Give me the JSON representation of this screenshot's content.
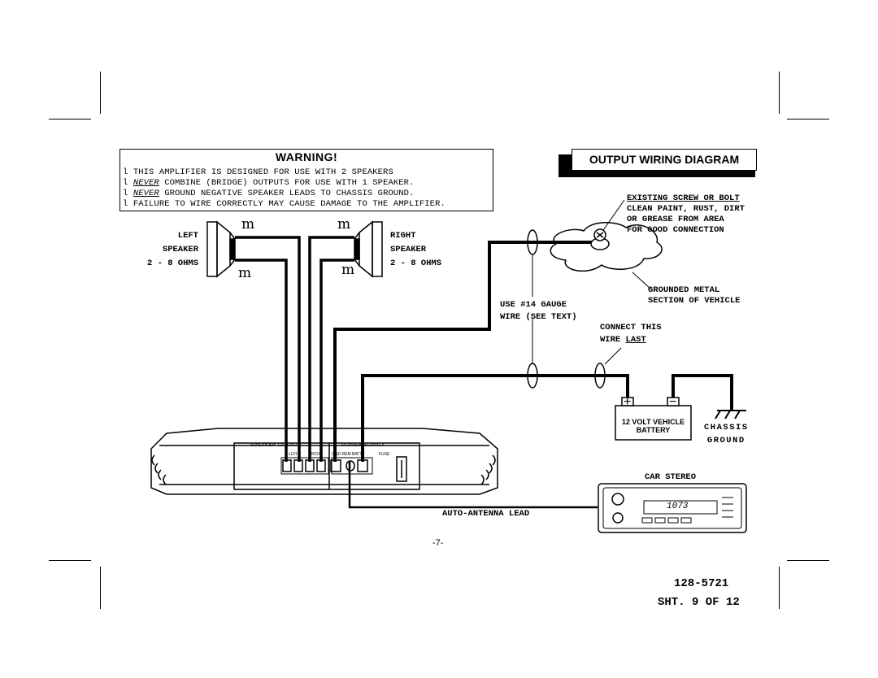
{
  "warning": {
    "title": "WARNING!",
    "lines": [
      {
        "bullet": "l",
        "pre": "THIS AMPLIFIER IS DESIGNED FOR USE WITH 2 SPEAKERS",
        "never": "",
        "post": ""
      },
      {
        "bullet": "l",
        "pre": "",
        "never": "NEVER",
        "post": " COMBINE (BRIDGE) OUTPUTS FOR USE WITH 1 SPEAKER."
      },
      {
        "bullet": "l",
        "pre": "",
        "never": "NEVER",
        "post": " GROUND NEGATIVE SPEAKER LEADS TO CHASSIS GROUND."
      },
      {
        "bullet": "l",
        "pre": "FAILURE TO WIRE CORRECTLY MAY CAUSE DAMAGE TO THE AMPLIFIER.",
        "never": "",
        "post": ""
      }
    ]
  },
  "diagram_title": "OUTPUT WIRING DIAGRAM",
  "labels": {
    "left_speaker": [
      "LEFT",
      "SPEAKER",
      "2 - 8 OHMS"
    ],
    "right_speaker": [
      "RIGHT",
      "SPEAKER",
      "2 - 8 OHMS"
    ],
    "screw_note_underlined": "EXISTING SCREW OR BOLT",
    "screw_note": [
      "CLEAN PAINT, RUST, DIRT",
      "OR GREASE FROM  AREA",
      "FOR GOOD CONNECTION"
    ],
    "grounded_metal": [
      "GROUNDED METAL",
      "SECTION OF VEHICLE"
    ],
    "gauge": [
      "USE #14 GAUGE",
      "WIRE (SEE TEXT)"
    ],
    "connect_last_1": "CONNECT THIS",
    "connect_last_2a": "WIRE ",
    "connect_last_2b": "LAST",
    "battery": [
      "12 VOLT VEHICLE",
      "BATTERY"
    ],
    "chassis_ground": [
      "CHASSIS",
      "GROUND"
    ],
    "car_stereo": "CAR  STEREO",
    "antenna": "AUTO-ANTENNA LEAD",
    "page_number": "-7-",
    "doc_number": "128-5721",
    "sheet": "SHT. 9 OF 12",
    "amp_speaker_output": "SPEAKER OUTPUT",
    "amp_power_supply": "POWER SUPPLY",
    "amp_fuse": "FUSE",
    "amp_lch": "LCH",
    "amp_rch": "RCH",
    "amp_terms": "GND REM BATT",
    "stereo_display": "1073",
    "battery_plus": "+",
    "battery_minus": "−",
    "polarity_plus_mark": "m",
    "polarity_minus_mark": "m"
  }
}
